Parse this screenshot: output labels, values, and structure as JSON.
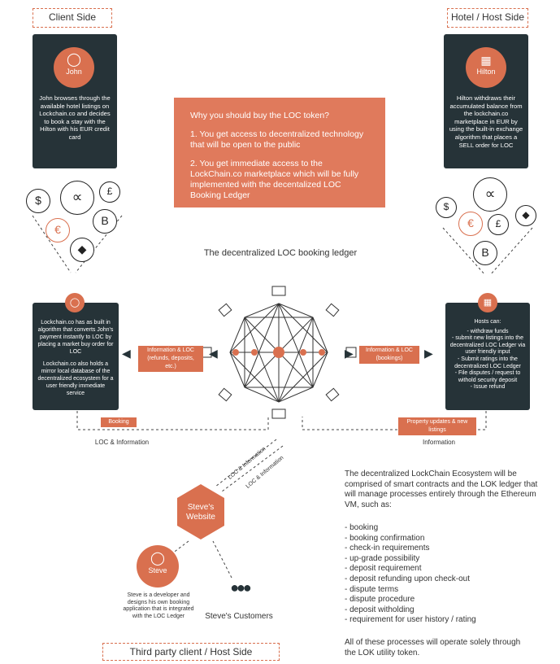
{
  "tags": {
    "client": "Client Side",
    "host": "Hotel / Host Side",
    "third_party": "Third party client / Host Side"
  },
  "john": {
    "name": "John",
    "text": "John browses through the available hotel listings on Lockchain.co and decides to book a stay with the Hilton with his EUR credit card"
  },
  "hilton": {
    "name": "Hilton",
    "text": "Hilton withdraws their accumulated balance from the lockchain.co marketplace in EUR by using the built-in exchange algorithm that places a SELL order for LOC"
  },
  "why_box": {
    "title": "Why you should buy the LOC token?",
    "point1": "1. You get access to decentralized technology that will be open to the public",
    "point2": "2. You get immediate access to the LockChain.co marketplace which will be fully implemented with the decentalized LOC Booking Ledger"
  },
  "ledger_title": "The decentralized LOC booking ledger",
  "left_panel": {
    "p1": "Lockchain.co has as built in algorithm that converts John's payment instantly to LOC by placing a market buy order for LOC",
    "p2": "Lockchain.co also holds a mirror local database of the decentralized ecosystem for a user friendly immediate service"
  },
  "right_panel": {
    "title": "Hosts can:",
    "items": "- withdraw funds\n- submit new listings into the decentralized LOC Ledger via user friendly input\n- Submit ratings into the decentralized LOC Ledger\n- File disputes / request to withold security deposit\n- Issue refund"
  },
  "labels": {
    "info_loc_left": "Information & LOC (refunds, deposits, etc.)",
    "info_loc_right": "Information & LOC (bookings)",
    "booking": "Booking",
    "property_updates": "Property updates & new listings",
    "loc_info_left": "LOC & Information",
    "information_right": "Information",
    "loc_info_diag1": "LOC & Information",
    "loc_info_diag2": "LOC & Information"
  },
  "steve_website": "Steve's Website",
  "steve": {
    "name": "Steve",
    "text": "Steve is a developer and designs his own booking application that is integrated with the LOC Ledger"
  },
  "steves_customers": "Steve's Customers",
  "ecosystem": {
    "intro": "The decentralized LockChain Ecosystem will be comprised of smart contracts and the LOK ledger that will manage processes entirely through the Ethereum VM, such as:",
    "items": [
      "- booking",
      "- booking confirmation",
      "- check-in requirements",
      "- up-grade possibility",
      "- deposit requirement",
      "- deposit refunding upon check-out",
      "- dispute terms",
      "- dispute procedure",
      "- deposit witholding",
      "- requirement for user history / rating"
    ],
    "outro": "All of these processes will operate solely through the LOK utility token."
  },
  "coins": {
    "dollar": "$",
    "euro": "€",
    "pound": "£",
    "bitcoin": "B",
    "ether": "◆",
    "loc": "∝"
  },
  "colors": {
    "accent": "#d9704f",
    "dark": "#263338"
  }
}
